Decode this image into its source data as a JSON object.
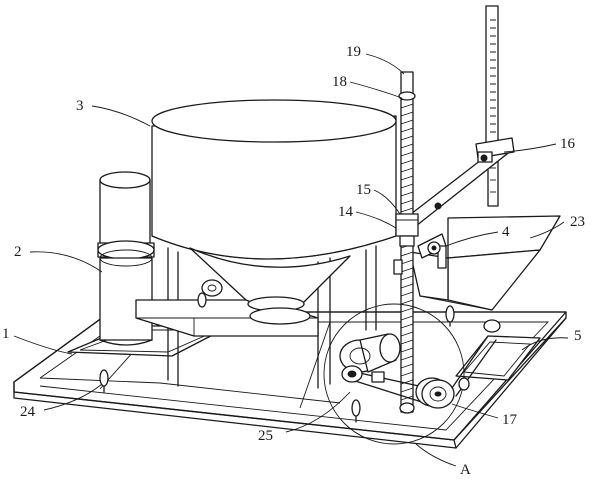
{
  "figure": {
    "labels": {
      "n1": "1",
      "n2": "2",
      "n3": "3",
      "n4": "4",
      "n5": "5",
      "n14": "14",
      "n15": "15",
      "n16": "16",
      "n17": "17",
      "n18": "18",
      "n19": "19",
      "n23": "23",
      "n24": "24",
      "n25": "25",
      "nA": "A"
    }
  }
}
